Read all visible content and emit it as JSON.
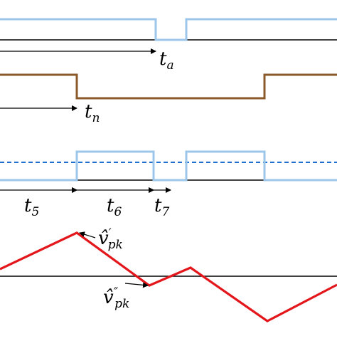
{
  "colors": {
    "pulse_a": "#9cc7ea",
    "pulse_n": "#8b5a2b",
    "carrier_dashed": "#1f6fd1",
    "triangle": "#e3161b",
    "axis": "#000000"
  },
  "labels": {
    "ta": {
      "base": "t",
      "sub": "a"
    },
    "tn": {
      "base": "t",
      "sub": "n"
    },
    "t5": {
      "base": "t",
      "sub": "5"
    },
    "t6": {
      "base": "t",
      "sub": "6"
    },
    "t7": {
      "base": "t",
      "sub": "7"
    },
    "vpk1": {
      "base": "v̂",
      "prime": "′",
      "sub": "pk"
    },
    "vpk2": {
      "base": "v̂",
      "prime": "″",
      "sub": "pk"
    }
  }
}
